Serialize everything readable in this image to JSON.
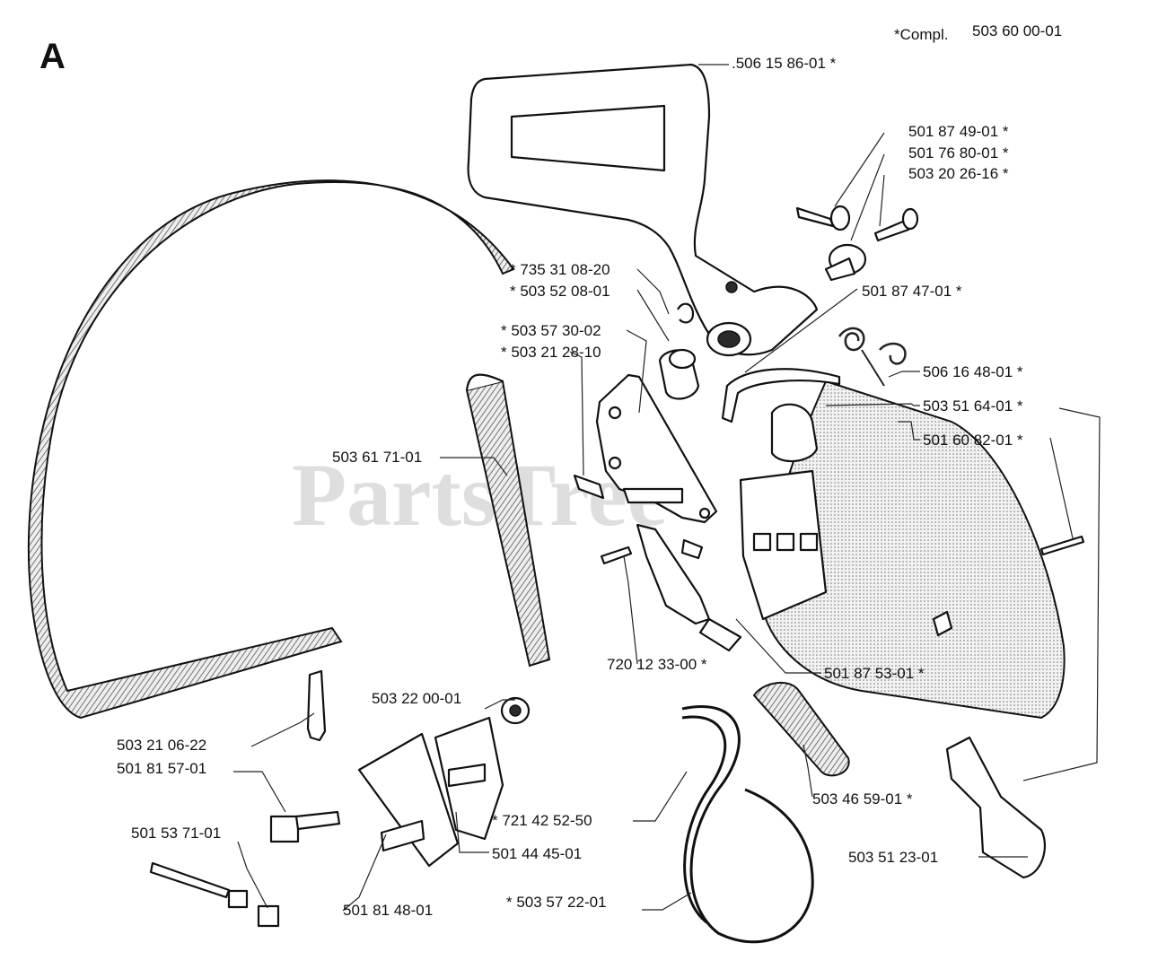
{
  "section_letter": "A",
  "complete_assembly": {
    "prefix": "*Compl.",
    "number": "503 60 00-01"
  },
  "watermark": "PartsTree",
  "parts": [
    {
      "id": "rear-handle",
      "label": ".506 15 86-01 *"
    },
    {
      "id": "bolt-a",
      "label": "501 87 49-01 *"
    },
    {
      "id": "bushing-a",
      "label": "501 76 80-01 *"
    },
    {
      "id": "screw-a",
      "label": "503 20 26-16 *"
    },
    {
      "id": "circlip",
      "label": "* 735 31 08-20"
    },
    {
      "id": "knob",
      "label": "* 503 52 08-01"
    },
    {
      "id": "brake-link",
      "label": "501 87 47-01 *"
    },
    {
      "id": "plate",
      "label": "* 503 57 30-02"
    },
    {
      "id": "screw-b",
      "label": "* 503 21 28-10"
    },
    {
      "id": "spring-a",
      "label": "506 16 48-01 *"
    },
    {
      "id": "brake-cover",
      "label": "503 51 64-01 *"
    },
    {
      "id": "pin-a",
      "label": "501 60 82-01 *"
    },
    {
      "id": "front-handle",
      "label": "503 61 71-01"
    },
    {
      "id": "pin-b",
      "label": "720 12 33-00 *"
    },
    {
      "id": "lever",
      "label": "501 87 53-01 *"
    },
    {
      "id": "nut",
      "label": "503 22 00-01"
    },
    {
      "id": "screw-c",
      "label": "503 21 06-22"
    },
    {
      "id": "tensioner",
      "label": "501 81 57-01"
    },
    {
      "id": "spring-b",
      "label": "503 46 59-01 *"
    },
    {
      "id": "bar-plate-inner",
      "label": "* 721 42 52-50"
    },
    {
      "id": "adjuster",
      "label": "501 53 71-01"
    },
    {
      "id": "bar-plate-mid",
      "label": "501 44 45-01"
    },
    {
      "id": "spring-c",
      "label": "503 51 23-01"
    },
    {
      "id": "bar-plate-outer",
      "label": "501 81 48-01"
    },
    {
      "id": "brake-band",
      "label": "* 503 57 22-01"
    }
  ]
}
